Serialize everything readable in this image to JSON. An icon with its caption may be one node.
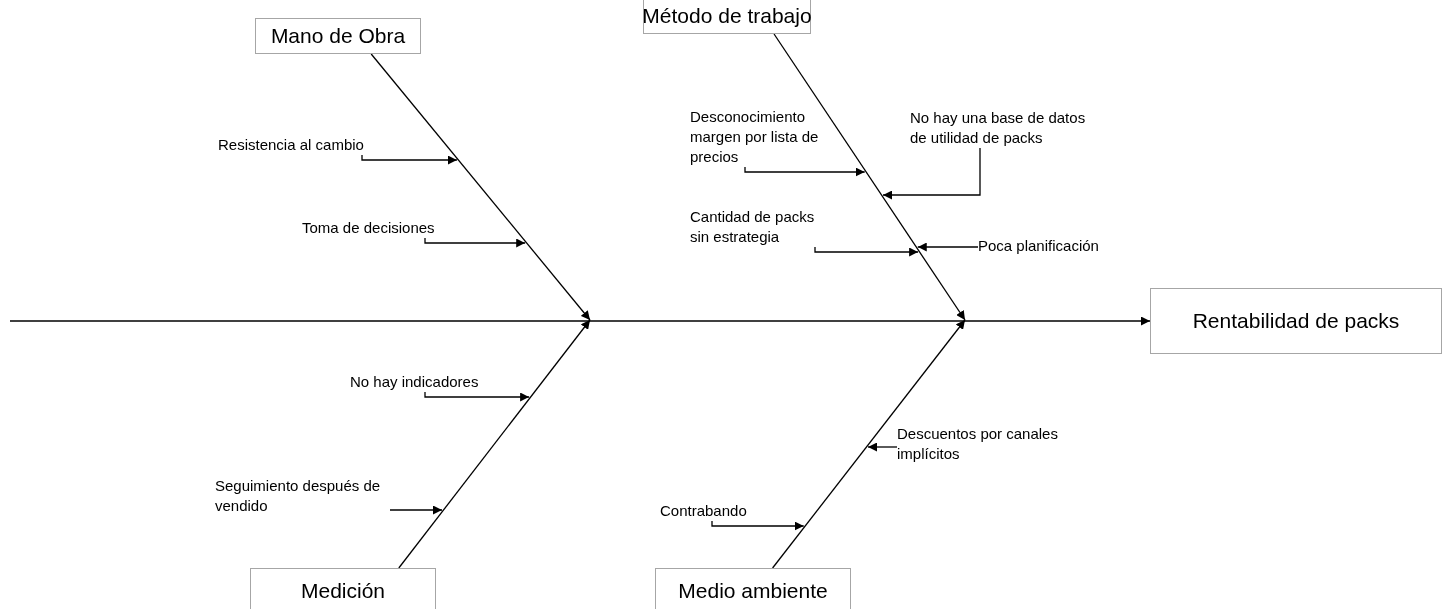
{
  "diagram": {
    "nodes": [
      {
        "text": [
          "Mano de Obra"
        ]
      },
      {
        "text": [
          "Método de trabajo"
        ]
      },
      {
        "text": [
          "Desconocimiento margen por lista de precios"
        ]
      },
      {
        "text": [
          "No hay una base de datos de utilidad de packs"
        ]
      },
      {
        "text": [
          "Resistencia al cambio"
        ]
      },
      {
        "text": [
          "Cantidad de packs sin estrategia"
        ]
      },
      {
        "text": [
          "Toma de decisiones"
        ]
      },
      {
        "text": [
          "Poca planificación"
        ]
      },
      {
        "text": [
          "Rentabilidad de packs"
        ]
      },
      {
        "text": [
          "No hay indicadores"
        ]
      },
      {
        "text": [
          "Descuentos por canales implícitos"
        ]
      },
      {
        "text": [
          "Seguimiento después de vendido"
        ]
      },
      {
        "text": [
          "Contrabando"
        ]
      },
      {
        "text": [
          "Medición"
        ]
      },
      {
        "text": [
          "Medio ambiente"
        ]
      }
    ],
    "edges": [
      {
        "from": null,
        "to": 8,
        "arrow": "to"
      },
      {
        "from": 0,
        "to": null,
        "arrow": "to"
      },
      {
        "from": 1,
        "to": null,
        "arrow": "to"
      },
      {
        "from": 13,
        "to": null,
        "arrow": "to"
      },
      {
        "from": 14,
        "to": null,
        "arrow": "to"
      },
      {
        "from": 4,
        "to": null,
        "arrow": "to"
      },
      {
        "from": 6,
        "to": null,
        "arrow": "to"
      },
      {
        "from": 2,
        "to": null,
        "arrow": "to"
      },
      {
        "from": 3,
        "to": null,
        "arrow": "to"
      },
      {
        "from": 5,
        "to": null,
        "arrow": "to"
      },
      {
        "from": 7,
        "to": null,
        "arrow": "to"
      },
      {
        "from": 9,
        "to": null,
        "arrow": "to"
      },
      {
        "from": 10,
        "to": null,
        "arrow": "to"
      },
      {
        "from": 11,
        "to": null,
        "arrow": "to"
      },
      {
        "from": 12,
        "to": null,
        "arrow": "to"
      }
    ]
  }
}
